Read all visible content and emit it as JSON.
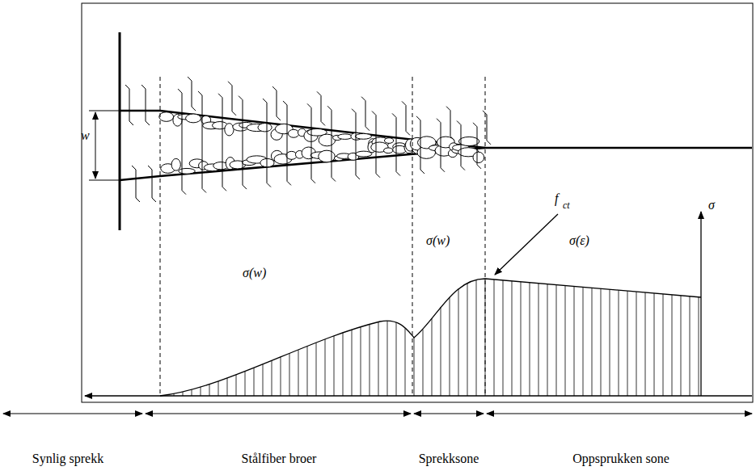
{
  "diagram": {
    "labels": [
      "w",
      "σ(w)",
      "σ(w)",
      "f",
      "ct",
      "σ(ε)",
      "σ",
      "Synlig sprekk",
      "Stålfiber broer",
      "Sprekksone",
      "Oppsprukken sone"
    ]
  }
}
